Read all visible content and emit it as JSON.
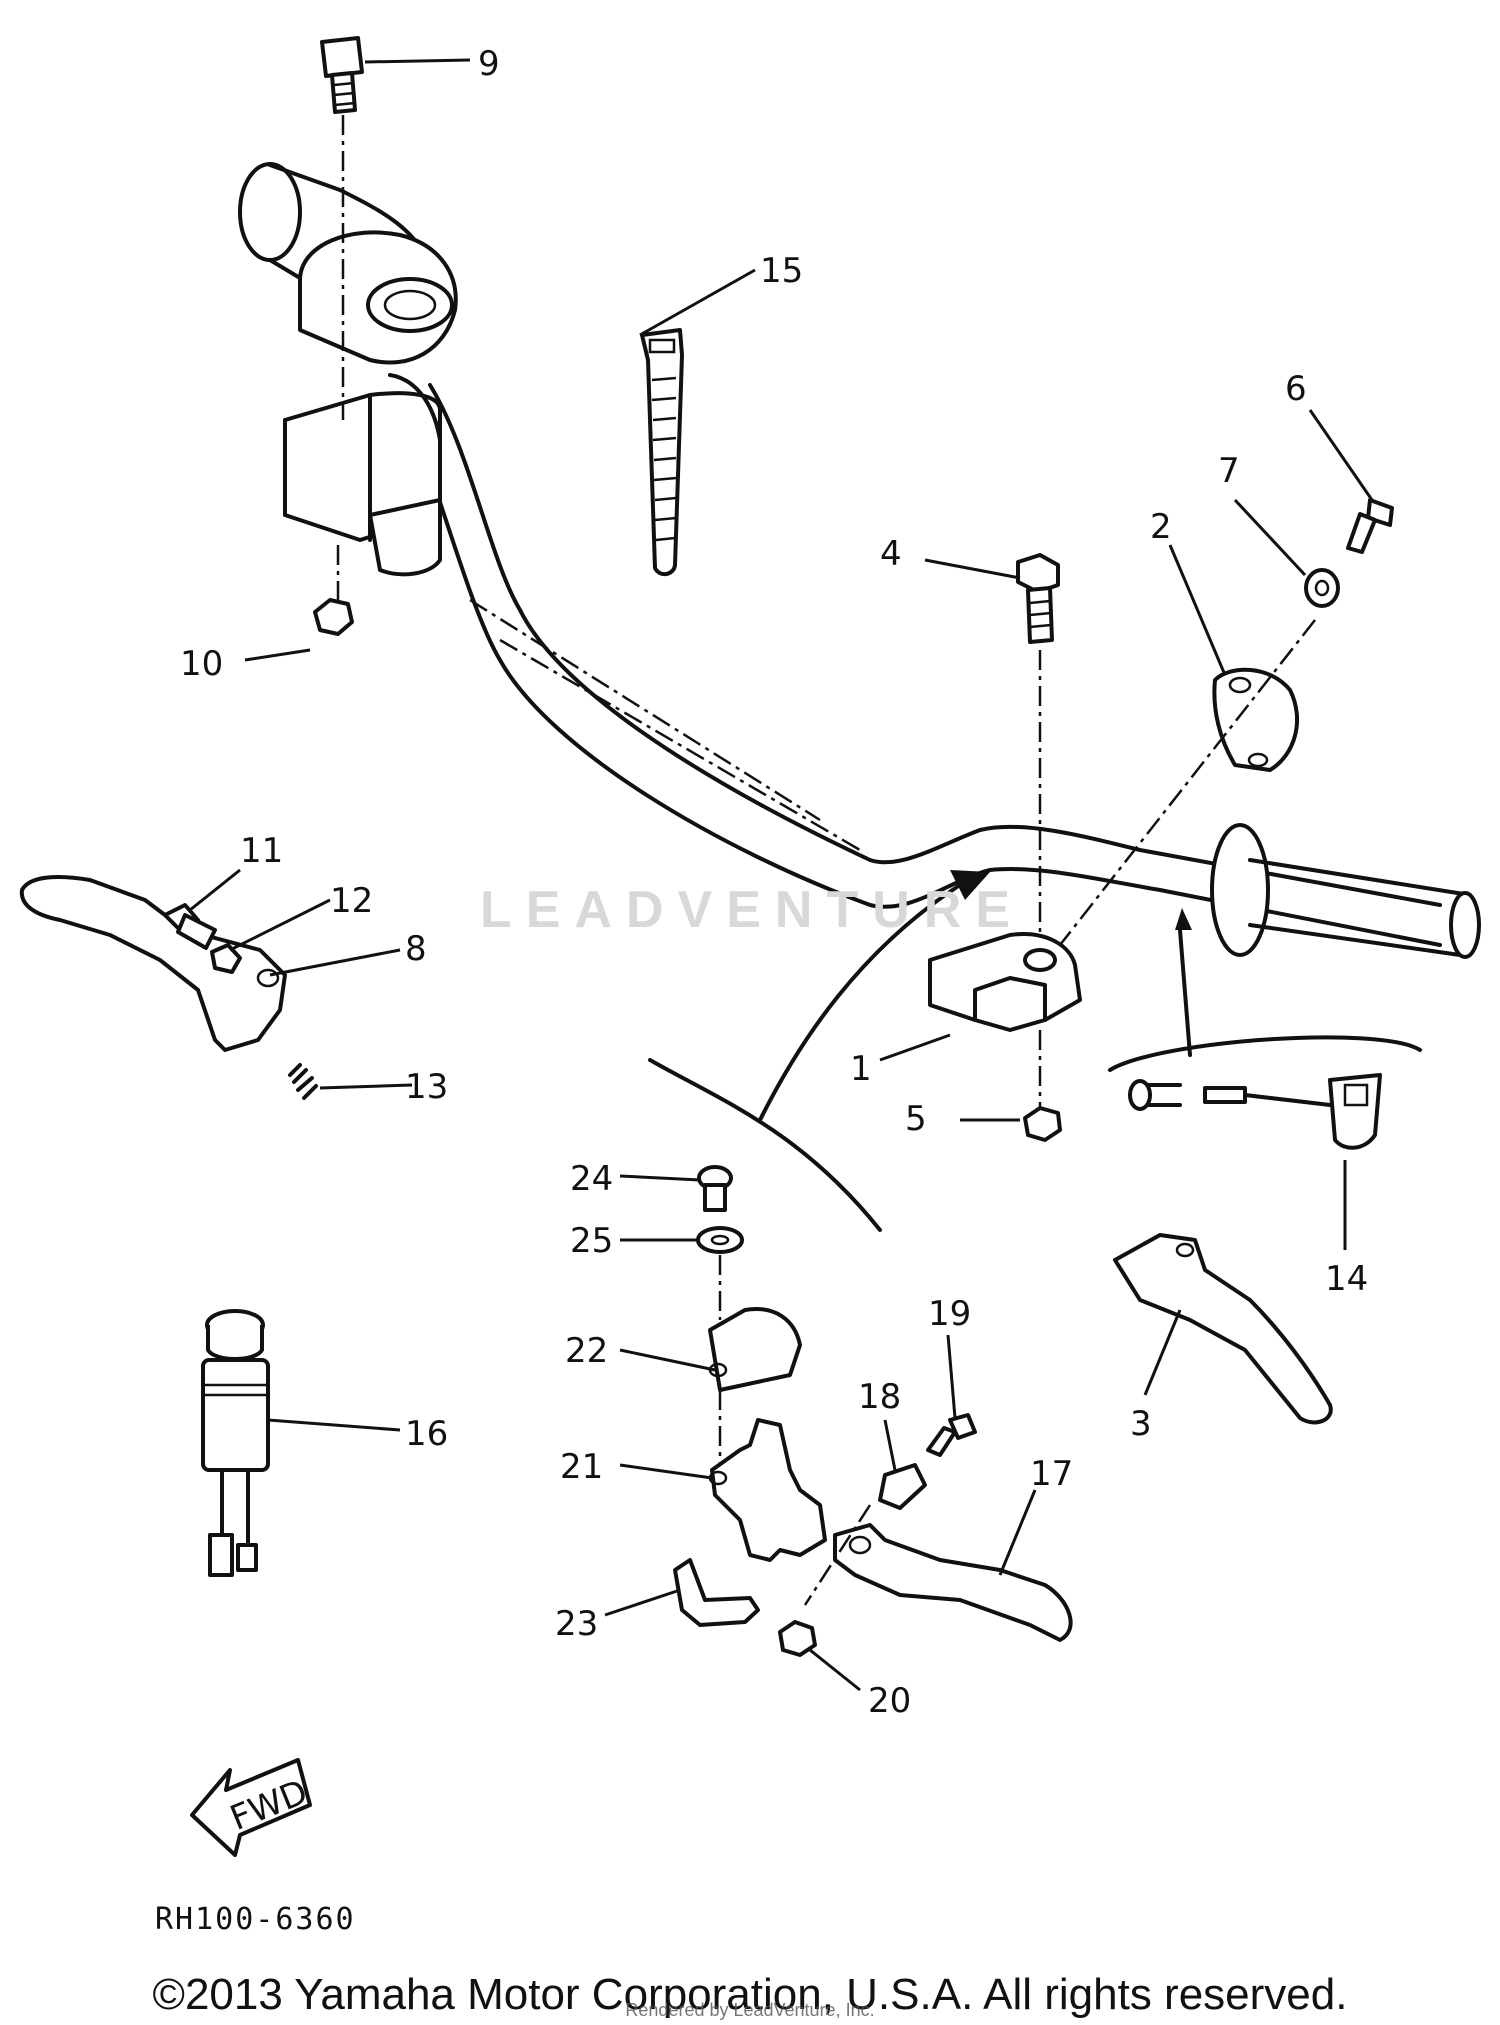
{
  "diagram": {
    "code": "RH100-6360",
    "copyright": "©2013 Yamaha Motor Corporation, U.S.A. All rights reserved.",
    "credit": "Rendered by LeadVenture, Inc.",
    "fwd_label": "FWD",
    "watermark": "LEADVENTURE"
  },
  "callouts": {
    "n1": "1",
    "n2": "2",
    "n3": "3",
    "n4": "4",
    "n5": "5",
    "n6": "6",
    "n7": "7",
    "n8": "8",
    "n9": "9",
    "n10": "10",
    "n11": "11",
    "n12": "12",
    "n13": "13",
    "n14": "14",
    "n15": "15",
    "n16": "16",
    "n17": "17",
    "n18": "18",
    "n19": "19",
    "n20": "20",
    "n21": "21",
    "n22": "22",
    "n23": "23",
    "n24": "24",
    "n25": "25"
  }
}
